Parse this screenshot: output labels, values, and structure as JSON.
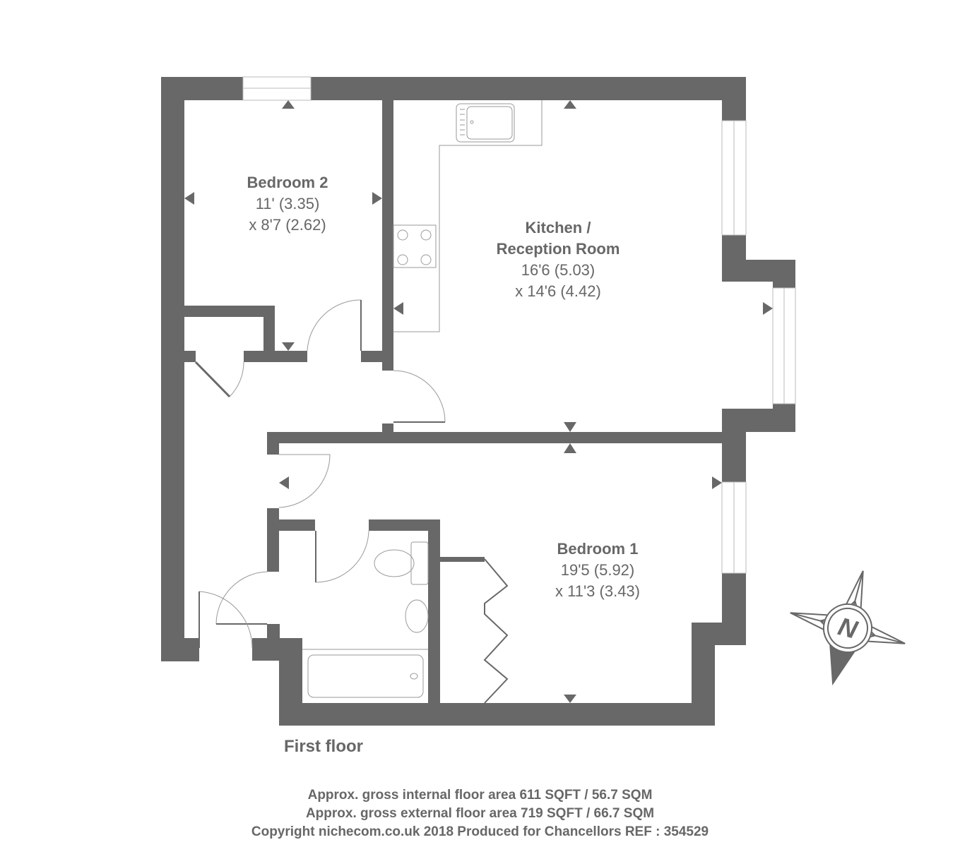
{
  "floor": {
    "title": "First floor"
  },
  "rooms": [
    {
      "name": "Bedroom 2",
      "dim1": "11' (3.35)",
      "dim2": "x 8'7 (2.62)"
    },
    {
      "name": "Kitchen /",
      "name2": "Reception Room",
      "dim1": "16'6 (5.03)",
      "dim2": "x 14'6 (4.42)"
    },
    {
      "name": "Bedroom 1",
      "dim1": "19'5 (5.92)",
      "dim2": "x 11'3 (3.43)"
    }
  ],
  "compass": {
    "letter": "N",
    "icon": "north-compass-icon"
  },
  "footer": {
    "internal_area": "Approx. gross internal floor area 611 SQFT / 56.7 SQM",
    "external_area": "Approx. gross external floor area 719 SQFT / 66.7 SQM",
    "copyright": "Copyright nichecom.co.uk 2018 Produced for Chancellors REF : 354529"
  },
  "colors": {
    "wall": "#686868",
    "fixture": "#9a9a9a",
    "text": "#676767"
  }
}
